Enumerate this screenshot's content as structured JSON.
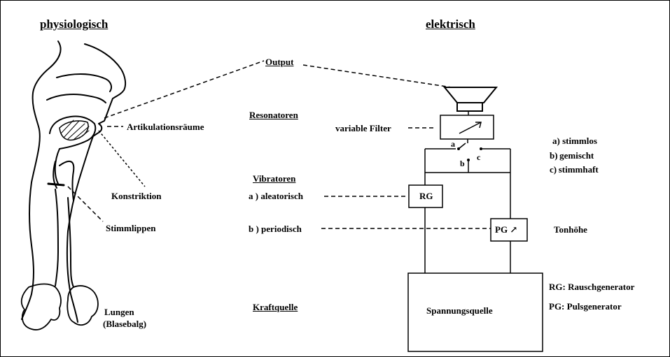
{
  "headers": {
    "left": "physiologisch",
    "right": "elektrisch"
  },
  "sections": {
    "output": "Output",
    "resonatoren": "Resonatoren",
    "vibratoren": "Vibratoren",
    "kraftquelle": "Kraftquelle"
  },
  "anatomy": {
    "artikulationsraeume": "Artikulationsräume",
    "konstriktion": "Konstriktion",
    "stimmlippen": "Stimmlippen",
    "lungen_line1": "Lungen",
    "lungen_line2": "(Blasebalg)"
  },
  "electric": {
    "variable_filter": "variable Filter",
    "aleatorisch": "a ) aleatorisch",
    "periodisch": "b ) periodisch",
    "rg_box": "RG",
    "pg_box": "PG",
    "spannungsquelle": "Spannungsquelle",
    "switch_a": "a",
    "switch_b": "b",
    "switch_c": "c"
  },
  "legend": {
    "stimmlos": "a) stimmlos",
    "gemischt": "b) gemischt",
    "stimmhaft": "c) stimmhaft",
    "tonhoehe": "Tonhöhe",
    "rg_def": "RG:  Rauschgenerator",
    "pg_def": "PG: Pulsgenerator"
  },
  "icons": {
    "speaker": "speaker-icon",
    "anatomy": "vocal-tract-drawing"
  }
}
